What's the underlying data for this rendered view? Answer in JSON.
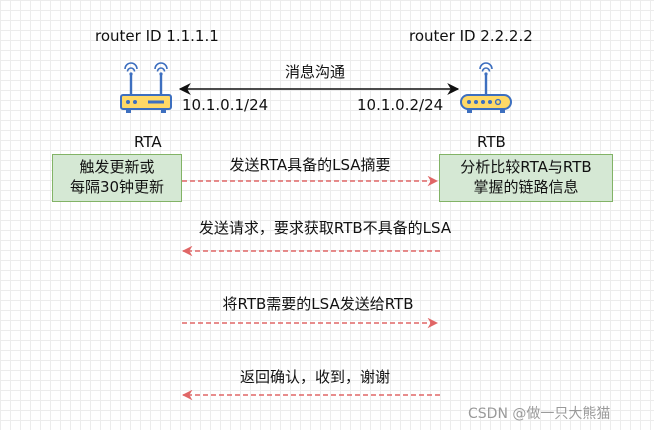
{
  "left": {
    "router_id": "router ID 1.1.1.1",
    "name": "RTA",
    "ip": "10.1.0.1/24",
    "box_lines": [
      "触发更新或",
      "每隔30钟更新"
    ]
  },
  "right": {
    "router_id": "router ID 2.2.2.2",
    "name": "RTB",
    "ip": "10.1.0.2/24",
    "box_lines": [
      "分析比较RTA与RTB",
      "掌握的链路信息"
    ]
  },
  "link_label": "消息沟通",
  "messages": [
    {
      "text": "发送RTA具备的LSA摘要",
      "direction": "right"
    },
    {
      "text": "发送请求，要求获取RTB不具备的LSA",
      "direction": "left"
    },
    {
      "text": "将RTB需要的LSA发送给RTB",
      "direction": "right"
    },
    {
      "text": "返回确认，收到，谢谢",
      "direction": "left"
    }
  ],
  "colors": {
    "box_fill": "#d5e8d4",
    "box_border": "#82b366",
    "arrow_red": "#e06666",
    "router_yellow": "#ffd966",
    "router_outline": "#3d6fbf"
  },
  "watermark": "CSDN @做一只大熊猫"
}
